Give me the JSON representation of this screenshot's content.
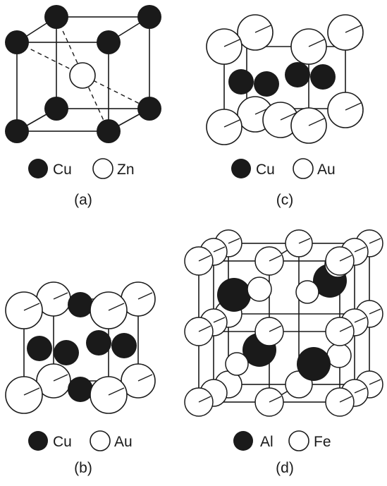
{
  "colors": {
    "ink": "#1a1a1a",
    "filled": "#1a1a1a",
    "open": "#ffffff",
    "background": "#ffffff"
  },
  "panels": [
    {
      "id": "a",
      "caption": "(a)",
      "legend": [
        {
          "symbol": "filled-circle",
          "label": "Cu"
        },
        {
          "symbol": "open-circle",
          "label": "Zn"
        }
      ]
    },
    {
      "id": "b",
      "caption": "(b)",
      "legend": [
        {
          "symbol": "filled-circle",
          "label": "Cu"
        },
        {
          "symbol": "open-circle",
          "label": "Au"
        }
      ]
    },
    {
      "id": "c",
      "caption": "(c)",
      "legend": [
        {
          "symbol": "filled-circle",
          "label": "Cu"
        },
        {
          "symbol": "open-circle",
          "label": "Au"
        }
      ]
    },
    {
      "id": "d",
      "caption": "(d)",
      "legend": [
        {
          "symbol": "filled-circle",
          "label": "Al"
        },
        {
          "symbol": "open-circle",
          "label": "Fe"
        }
      ]
    }
  ]
}
